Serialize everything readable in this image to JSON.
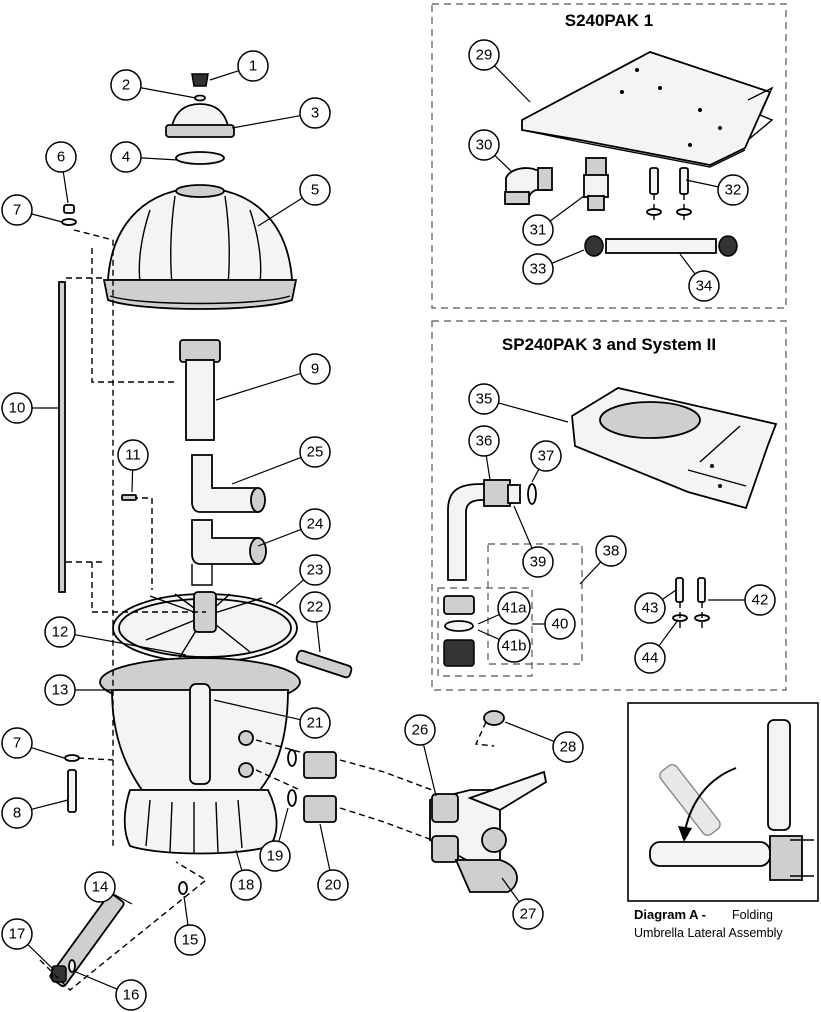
{
  "kits": {
    "s240pak1": {
      "title": "S240PAK 1"
    },
    "sp240pak3": {
      "title": "SP240PAK 3 and System II"
    }
  },
  "diagram_a": {
    "label_bold": "Diagram A - ",
    "label_line1": "Folding",
    "label_line2": "Umbrella Lateral Assembly"
  },
  "callouts": [
    {
      "id": "1",
      "label": "1"
    },
    {
      "id": "2",
      "label": "2"
    },
    {
      "id": "3",
      "label": "3"
    },
    {
      "id": "4",
      "label": "4"
    },
    {
      "id": "5",
      "label": "5"
    },
    {
      "id": "6",
      "label": "6"
    },
    {
      "id": "7",
      "label": "7"
    },
    {
      "id": "7b",
      "label": "7"
    },
    {
      "id": "8",
      "label": "8"
    },
    {
      "id": "9",
      "label": "9"
    },
    {
      "id": "10",
      "label": "10"
    },
    {
      "id": "11",
      "label": "11"
    },
    {
      "id": "12",
      "label": "12"
    },
    {
      "id": "13",
      "label": "13"
    },
    {
      "id": "14",
      "label": "14"
    },
    {
      "id": "15",
      "label": "15"
    },
    {
      "id": "16",
      "label": "16"
    },
    {
      "id": "17",
      "label": "17"
    },
    {
      "id": "18",
      "label": "18"
    },
    {
      "id": "19",
      "label": "19"
    },
    {
      "id": "20",
      "label": "20"
    },
    {
      "id": "21",
      "label": "21"
    },
    {
      "id": "22",
      "label": "22"
    },
    {
      "id": "23",
      "label": "23"
    },
    {
      "id": "24",
      "label": "24"
    },
    {
      "id": "25",
      "label": "25"
    },
    {
      "id": "26",
      "label": "26"
    },
    {
      "id": "27",
      "label": "27"
    },
    {
      "id": "28",
      "label": "28"
    },
    {
      "id": "29",
      "label": "29"
    },
    {
      "id": "30",
      "label": "30"
    },
    {
      "id": "31",
      "label": "31"
    },
    {
      "id": "32",
      "label": "32"
    },
    {
      "id": "33",
      "label": "33"
    },
    {
      "id": "34",
      "label": "34"
    },
    {
      "id": "35",
      "label": "35"
    },
    {
      "id": "36",
      "label": "36"
    },
    {
      "id": "37",
      "label": "37"
    },
    {
      "id": "38",
      "label": "38"
    },
    {
      "id": "39",
      "label": "39"
    },
    {
      "id": "40",
      "label": "40"
    },
    {
      "id": "41a",
      "label": "41a"
    },
    {
      "id": "41b",
      "label": "41b"
    },
    {
      "id": "42",
      "label": "42"
    },
    {
      "id": "43",
      "label": "43"
    },
    {
      "id": "44",
      "label": "44"
    }
  ]
}
